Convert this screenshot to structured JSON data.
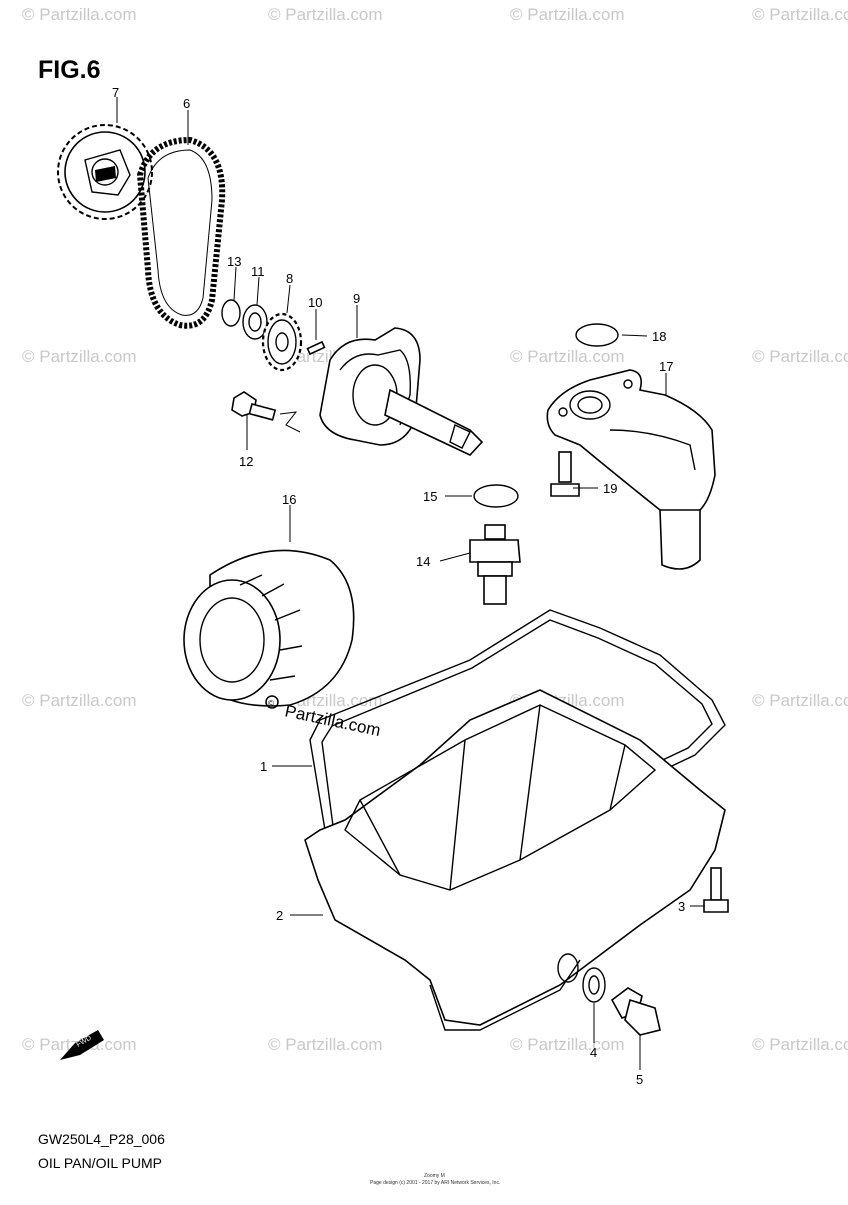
{
  "figure": {
    "title": "FIG.6",
    "code": "GW250L4_P28_006",
    "caption": "OIL PAN/OIL PUMP",
    "fwd_label": "FWD",
    "brand_text": "Partzilla.com",
    "copyright_symbol": "©"
  },
  "watermark": {
    "text": "© Partzilla.com"
  },
  "footer_tiny": {
    "line1": "Zoomy M",
    "line2": "Page design (c) 2001 - 2017 by ARI Network Services, Inc."
  },
  "callouts": [
    "1",
    "2",
    "3",
    "4",
    "5",
    "6",
    "7",
    "8",
    "9",
    "10",
    "11",
    "12",
    "13",
    "14",
    "15",
    "16",
    "17",
    "18",
    "19"
  ]
}
